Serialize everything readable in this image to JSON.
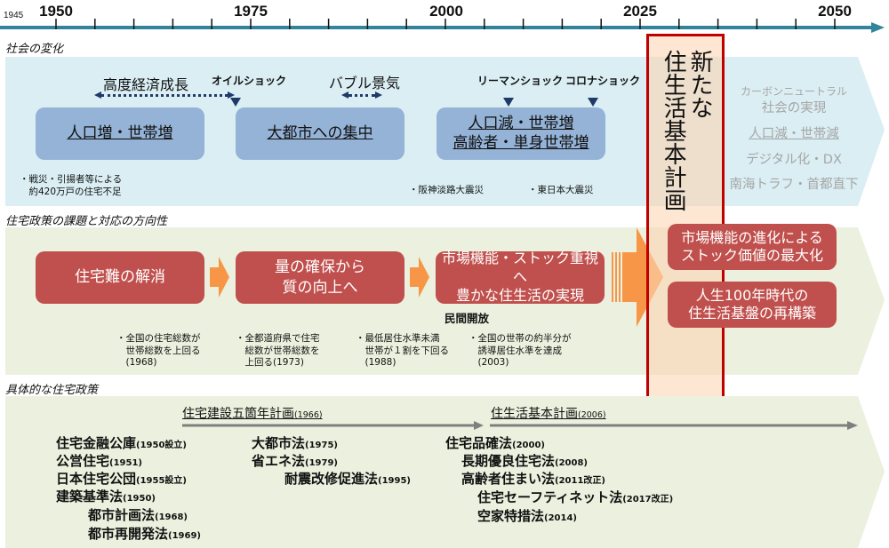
{
  "timeline": {
    "start_label": "1945",
    "year_labels": [
      "1950",
      "1975",
      "2000",
      "2025",
      "2050"
    ],
    "axis_color": "#31849b"
  },
  "sections": {
    "society": {
      "title": "社会の変化",
      "background": "#daeef3",
      "periods": [
        {
          "label": "高度経済成長"
        },
        {
          "label": "バブル景気"
        }
      ],
      "events": [
        {
          "label": "オイルショック"
        },
        {
          "label": "リーマンショック"
        },
        {
          "label": "コロナショック"
        }
      ],
      "boxes": [
        {
          "lines": [
            "人口増・世帯増"
          ]
        },
        {
          "lines": [
            "大都市への集中"
          ]
        },
        {
          "lines": [
            "人口減・世帯増",
            "高齢者・単身世帯増"
          ]
        }
      ],
      "notes": [
        {
          "text": "・戦災・引揚者等による\n　約420万戸の住宅不足"
        },
        {
          "text": "・阪神淡路大震災"
        },
        {
          "text": "・東日本大震災"
        }
      ],
      "future": [
        "カーボンニュートラル",
        "社会の実現",
        "人口減・世帯減",
        "デジタル化・DX",
        "南海トラフ・首都直下"
      ]
    },
    "issues": {
      "title": "住宅政策の課題と対応の方向性",
      "background": "#ebf1de",
      "boxes": [
        {
          "lines": [
            "住宅難の解消"
          ]
        },
        {
          "lines": [
            "量の確保から",
            "質の向上へ"
          ]
        },
        {
          "lines": [
            "市場機能・ストック重視へ",
            "豊かな住生活の実現"
          ]
        }
      ],
      "sub_label": "民間開放",
      "notes": [
        {
          "text": "・全国の住宅総数が\n　世帯総数を上回る\n　(1968)"
        },
        {
          "text": "・全都道府県で住宅\n　総数が世帯総数を\n　上回る(1973)"
        },
        {
          "text": "・最低居住水準未満\n　世帯が１割を下回る\n　(1988)"
        },
        {
          "text": "・全国の世帯の約半分が\n　誘導居住水準を達成\n　(2003)"
        }
      ],
      "future_boxes": [
        {
          "lines": [
            "市場機能の進化による",
            "ストック価値の最大化"
          ]
        },
        {
          "lines": [
            "人生100年時代の",
            "住生活基盤の再構築"
          ]
        }
      ],
      "arrow_color": "#f79646",
      "box_color": "#c0504d"
    },
    "policies": {
      "title": "具体的な住宅政策",
      "background": "#ebf1de",
      "plans": [
        {
          "name": "住宅建設五箇年計画",
          "year": "(1966)"
        },
        {
          "name": "住生活基本計画",
          "year": "(2006)"
        }
      ],
      "laws": [
        {
          "name": "住宅金融公庫",
          "year": "(1950設立)"
        },
        {
          "name": "公営住宅",
          "year": "(1951)"
        },
        {
          "name": "日本住宅公団",
          "year": "(1955設立)"
        },
        {
          "name": "建築基準法",
          "year": "(1950)"
        },
        {
          "name": "都市計画法",
          "year": "(1968)"
        },
        {
          "name": "都市再開発法",
          "year": "(1969)"
        },
        {
          "name": "大都市法",
          "year": "(1975)"
        },
        {
          "name": "省エネ法",
          "year": "(1979)"
        },
        {
          "name": "耐震改修促進法",
          "year": "(1995)"
        },
        {
          "name": "住宅品確法",
          "year": "(2000)"
        },
        {
          "name": "長期優良住宅法",
          "year": "(2008)"
        },
        {
          "name": "高齢者住まい法",
          "year": "(2011改正)"
        },
        {
          "name": "住宅セーフティネット法",
          "year": "(2017改正)"
        },
        {
          "name": "空家特措法",
          "year": "(2014)"
        }
      ]
    }
  },
  "new_plan": {
    "line1": "新たな",
    "line2": "住生活基本計画",
    "border_color": "#c00000"
  }
}
